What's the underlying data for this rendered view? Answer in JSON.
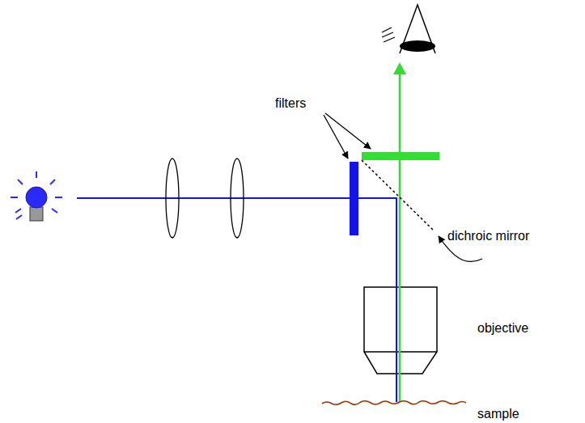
{
  "diagram": {
    "labels": [
      "filters",
      "dichroic mirror",
      "objective",
      "sample"
    ]
  }
}
